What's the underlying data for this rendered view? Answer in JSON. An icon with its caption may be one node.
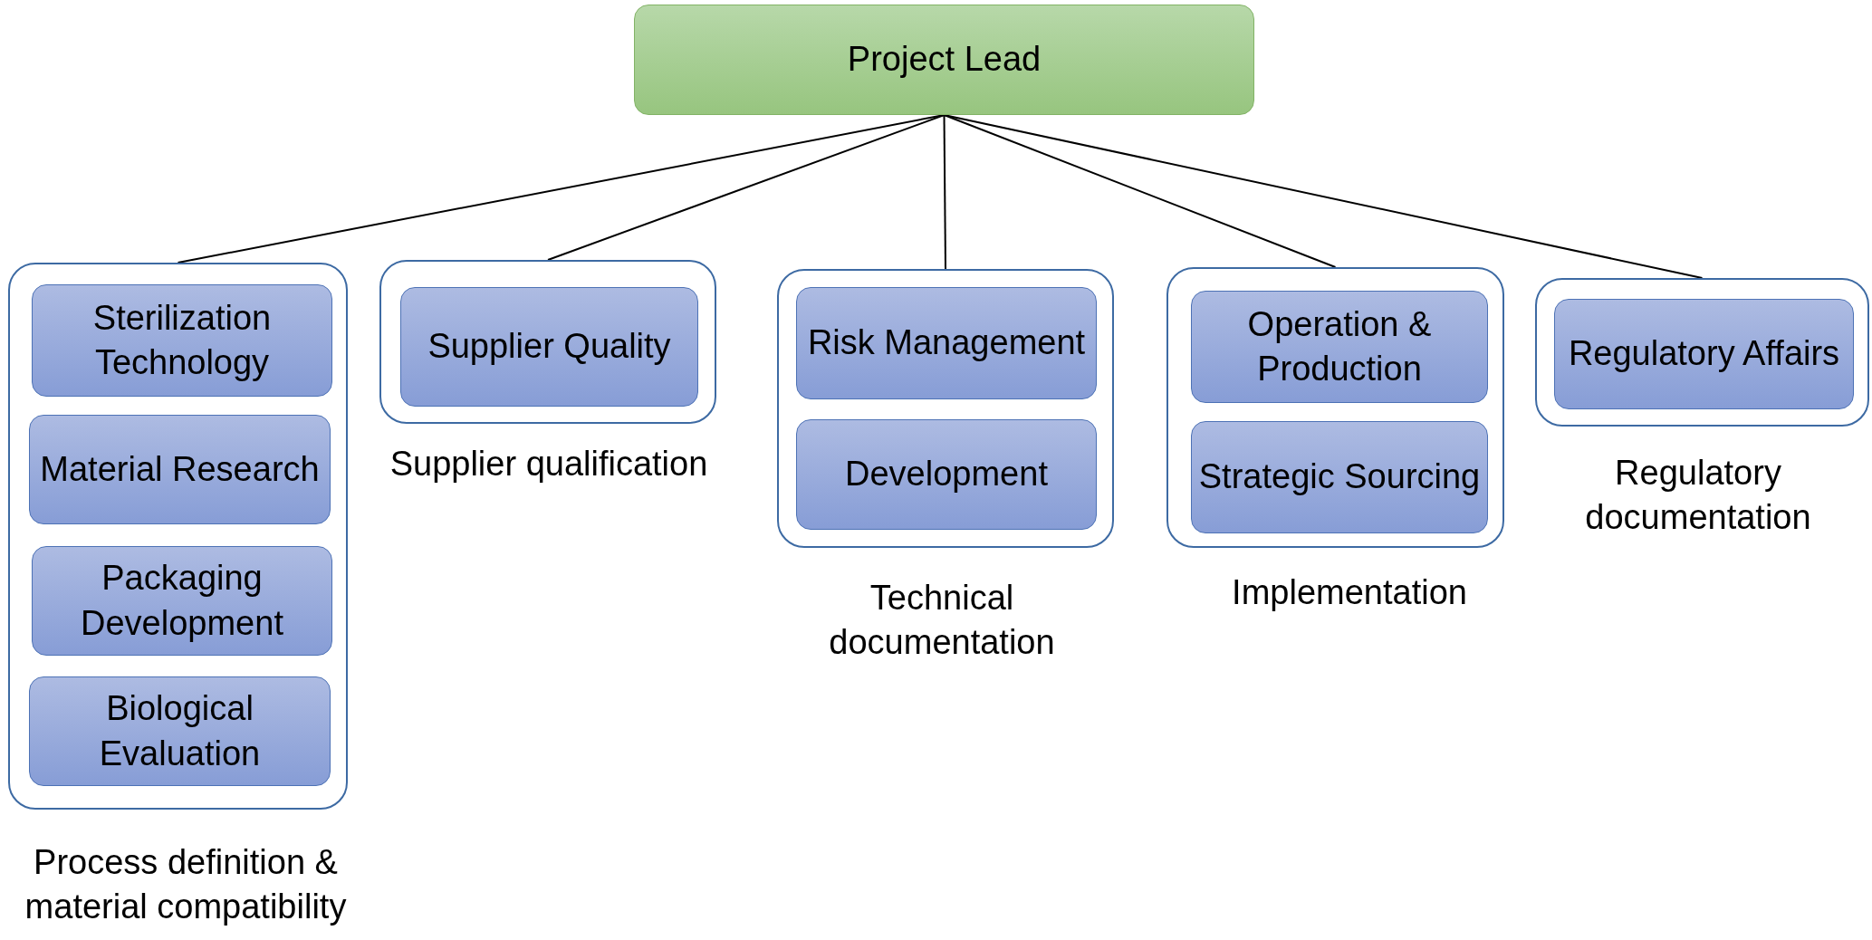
{
  "diagram": {
    "nodes": [
      {
        "text": [
          "Project Lead"
        ]
      },
      {
        "text": [],
        "shape": "box",
        "beside": [
          "Process definition & material compatibility"
        ]
      },
      {
        "text": [
          "Sterilization Technology"
        ],
        "in": 1
      },
      {
        "text": [
          "Material Research"
        ],
        "in": 1
      },
      {
        "text": [
          "Packaging Development"
        ],
        "in": 1
      },
      {
        "text": [
          "Biological Evaluation"
        ],
        "in": 1
      },
      {
        "text": [],
        "shape": "box",
        "beside": [
          "Supplier qualification"
        ]
      },
      {
        "text": [
          "Supplier Quality"
        ],
        "in": 6
      },
      {
        "text": [],
        "shape": "box",
        "beside": [
          "Technical documentation"
        ]
      },
      {
        "text": [
          "Risk Management"
        ],
        "in": 8
      },
      {
        "text": [
          "Development"
        ],
        "in": 8
      },
      {
        "text": [],
        "shape": "box",
        "beside": [
          "Implementation"
        ]
      },
      {
        "text": [
          "Operation & Production"
        ],
        "in": 11
      },
      {
        "text": [
          "Strategic Sourcing"
        ],
        "in": 11
      },
      {
        "text": [],
        "shape": "box",
        "beside": [
          "Regulatory documentation"
        ]
      },
      {
        "text": [
          "Regulatory Affairs"
        ],
        "in": 14
      }
    ],
    "edges": [
      {
        "from": 0,
        "to": 1,
        "arrow": "none"
      },
      {
        "from": 0,
        "to": 6,
        "arrow": "none"
      },
      {
        "from": 0,
        "to": 8,
        "arrow": "none"
      },
      {
        "from": 0,
        "to": 11,
        "arrow": "none"
      },
      {
        "from": 0,
        "to": 14,
        "arrow": "none"
      }
    ]
  }
}
